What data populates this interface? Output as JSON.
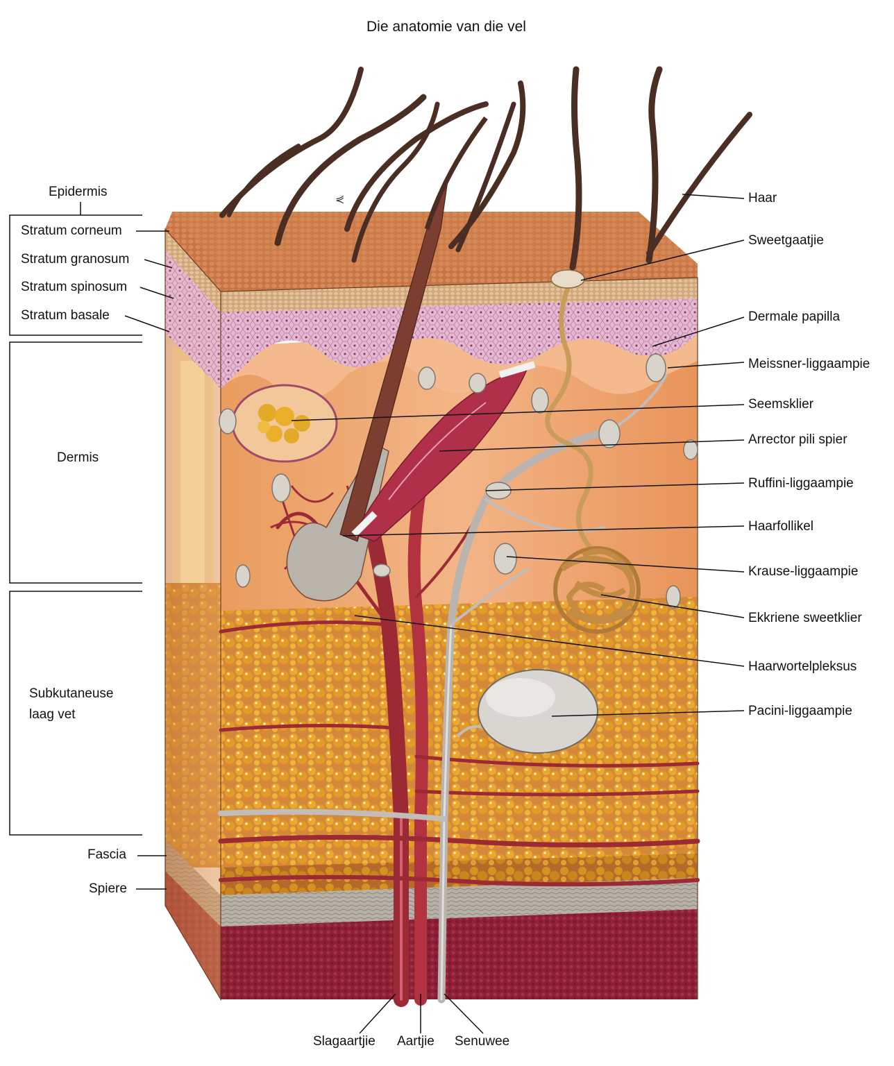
{
  "title": "Die anatomie van die vel",
  "colors": {
    "hair": "#4a2e24",
    "corneum": "#c9774a",
    "granulosum": "#d6b48a",
    "spinosum": "#e2b2cc",
    "dermis": "#eea76e",
    "fat": "#d89a3e",
    "fat_globule": "#e9a92a",
    "artery": "#9c2a35",
    "nerve": "#c9c4c0",
    "fascia": "#a9a39a",
    "muscle": "#8d2035",
    "muscle_dark": "#6f1a2c"
  },
  "left_labels": {
    "epidermis": "Epidermis",
    "stratum_corneum": "Stratum corneum",
    "stratum_granosum": "Stratum granosum",
    "stratum_spinosum": "Stratum spinosum",
    "stratum_basale": "Stratum basale",
    "dermis": "Dermis",
    "subcutaneous": "Subkutaneuse laag vet",
    "fascia": "Fascia",
    "spiere": "Spiere"
  },
  "right_labels": {
    "haar": "Haar",
    "sweetgaatjie": "Sweetgaatjie",
    "dermale_papilla": "Dermale papilla",
    "meissner": "Meissner-liggaampie",
    "seemsklier": "Seemsklier",
    "arrector": "Arrector pili spier",
    "ruffini": "Ruffini-liggaampie",
    "haarfollikel": "Haarfollikel",
    "krause": "Krause-liggaampie",
    "ekkriene": "Ekkriene sweetklier",
    "haarwortel": "Haarwortelpleksus",
    "pacini": "Pacini-liggaampie"
  },
  "bottom_labels": {
    "slagaartjie": "Slagaartjie",
    "aartjie": "Aartjie",
    "senuwee": "Senuwee"
  }
}
